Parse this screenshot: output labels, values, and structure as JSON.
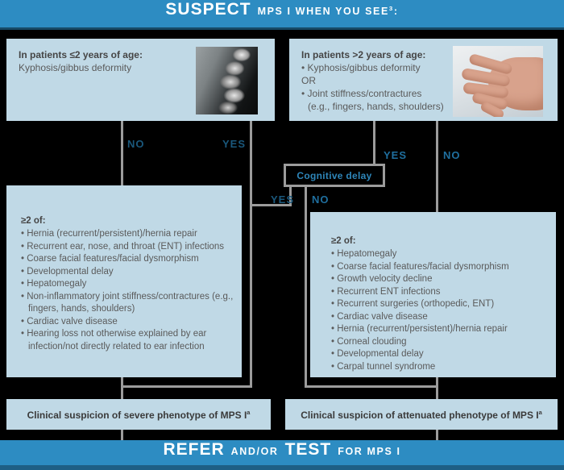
{
  "banner_top": {
    "title": "SUSPECT",
    "subtitle": "MPS I WHEN YOU SEE",
    "sup": "3",
    "colon": ":"
  },
  "box_under2": {
    "heading": "In patients ≤2 years of age:",
    "body": "Kyphosis/gibbus deformity",
    "image": "spine-xray-photo"
  },
  "box_over2": {
    "heading": "In patients >2 years of age:",
    "bullet1": "• Kyphosis/gibbus deformity",
    "or_text": "OR",
    "bullet2": "• Joint stiffness/contractures",
    "bullet2_sub": "(e.g., fingers, hands, shoulders)",
    "image": "hand-contracture-photo"
  },
  "labels": {
    "left_no": "NO",
    "left_yes": "YES",
    "right_yes": "YES",
    "right_no": "NO",
    "cog_yes": "YES",
    "cog_no": "NO"
  },
  "cognitive_box": {
    "label": "Cognitive delay"
  },
  "list_severe": {
    "heading": "≥2 of:",
    "items": [
      "• Hernia (recurrent/persistent)/hernia repair",
      "• Recurrent ear, nose, and throat (ENT) infections",
      "• Coarse facial features/facial dysmorphism",
      "• Developmental delay",
      "• Hepatomegaly",
      "• Non-inflammatory joint stiffness/contractures (e.g., fingers, hands, shoulders)",
      "• Cardiac valve disease",
      "• Hearing loss not otherwise explained by ear infection/not directly related to ear infection"
    ]
  },
  "list_attenuated": {
    "heading": "≥2 of:",
    "items": [
      "• Hepatomegaly",
      "• Coarse facial features/facial dysmorphism",
      "• Growth velocity decline",
      "• Recurrent ENT infections",
      "• Recurrent surgeries (orthopedic, ENT)",
      "• Cardiac valve disease",
      "• Hernia (recurrent/persistent)/hernia repair",
      "• Corneal clouding",
      "• Developmental delay",
      "• Carpal tunnel syndrome"
    ]
  },
  "outcome_severe": {
    "text": "Clinical suspicion of severe phenotype of MPS I",
    "sup": "a"
  },
  "outcome_attenuated": {
    "text": "Clinical suspicion of attenuated phenotype of MPS I",
    "sup": "a"
  },
  "banner_bottom": {
    "refer": "REFER",
    "andor": "AND/OR",
    "test": "TEST",
    "for_text": "FOR MPS I"
  },
  "colors": {
    "banner_blue": "#2d8cc2",
    "panel_light_blue": "#c0d9e6",
    "line_gray": "#9c9c9c",
    "label_dark_blue": "#1a587c",
    "label_mid_blue": "#1f6f9f",
    "cognitive_text_blue": "#2e86ba"
  }
}
